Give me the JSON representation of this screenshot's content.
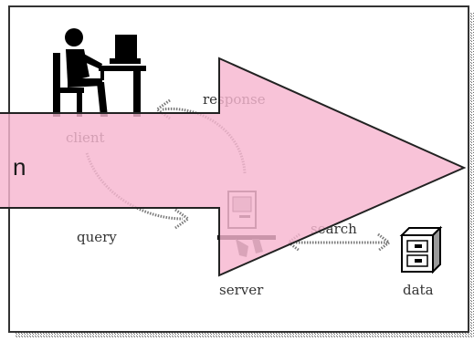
{
  "diagram": {
    "nodes": {
      "client": "client",
      "server": "server",
      "data": "data"
    },
    "edges": {
      "response": "response",
      "query": "query",
      "search": "search"
    }
  },
  "arrow_overlay": {
    "visible_text": "n",
    "color": "#f7b6cf"
  },
  "colors": {
    "frame_border": "#333333",
    "frame_shadow": "#8a8a8a",
    "arrow_fill": "#f7b6cf",
    "arrow_stroke": "#222222"
  },
  "icons": [
    "person-at-computer-icon",
    "desktop-computer-icon",
    "filing-cabinet-icon"
  ]
}
